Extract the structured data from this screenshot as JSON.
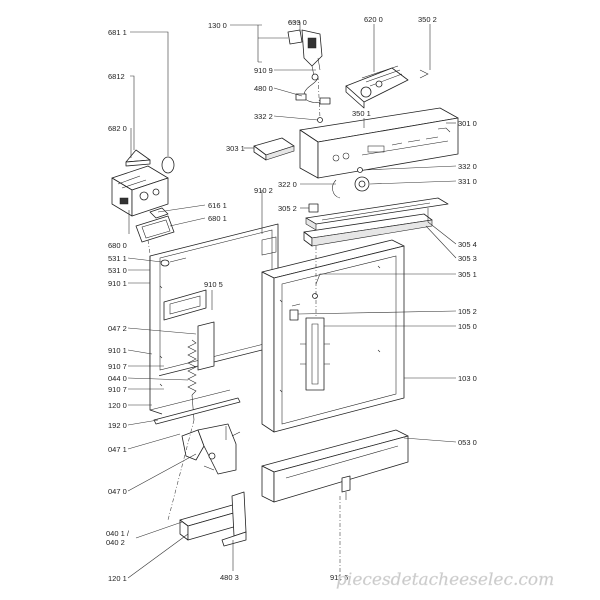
{
  "labels": {
    "l6811": "681 1",
    "l6812": "6812",
    "l6820": "682 0",
    "l6800": "680 0",
    "l5311": "531 1",
    "l5310": "531 0",
    "l9101a": "910 1",
    "l0472": "047 2",
    "l9101b": "910 1",
    "l9107a": "910 7",
    "l0440": "044 0",
    "l9107b": "910 7",
    "l1200": "120 0",
    "l1920": "192 0",
    "l0471": "047 1",
    "l0470": "047 0",
    "l0401": "040 1 /",
    "l0402": "040 2",
    "l1201": "120 1",
    "l1300": "130 0",
    "l6330": "633 0",
    "l6200": "620 0",
    "l3502": "350 2",
    "l9109": "910 9",
    "l4800": "480 0",
    "l3322a": "332 2",
    "l3501": "350 1",
    "l3010": "301 0",
    "l3031": "303 1",
    "l3320": "332 0",
    "l3220": "322 0",
    "l3310": "331 0",
    "l9102": "910 2",
    "l6161": "616 1",
    "l6801": "680 1",
    "l3052": "305 2",
    "l3054": "305 4",
    "l3053": "305 3",
    "l3051": "305 1",
    "l9105": "910 5",
    "l1052": "105 2",
    "l1050": "105 0",
    "l1030": "103 0",
    "l0530": "053 0",
    "l4803": "480 3",
    "l9116": "911 6"
  },
  "watermark": "piecesdetacheeselec.com"
}
